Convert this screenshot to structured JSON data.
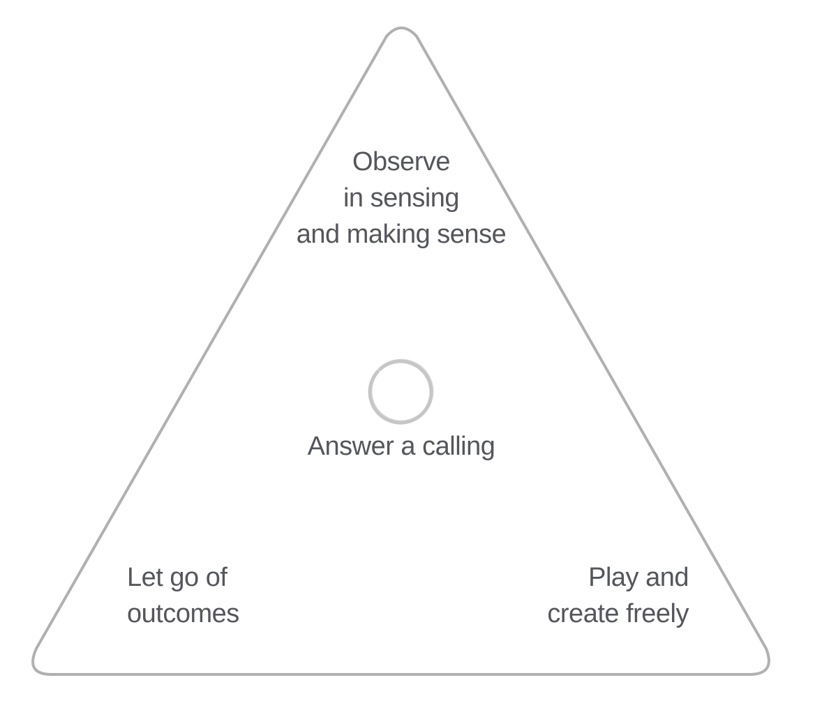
{
  "diagram": {
    "outline_color": "#b0b0b0",
    "text_color": "#54565c",
    "center_icon": "circular-spinner-icon",
    "top": {
      "lines": [
        "Observe",
        "in sensing",
        "and making sense"
      ]
    },
    "center": {
      "lines": [
        "Answer a calling"
      ]
    },
    "bottom_left": {
      "lines": [
        "Let go of",
        "outcomes"
      ]
    },
    "bottom_right": {
      "lines": [
        "Play and",
        "create freely"
      ]
    }
  }
}
